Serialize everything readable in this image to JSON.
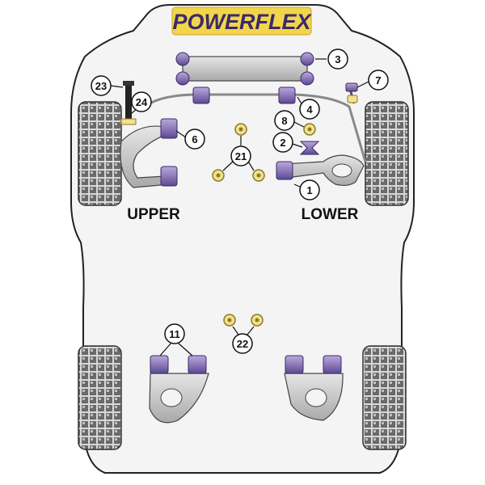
{
  "logo": {
    "text": "POWERFLEX"
  },
  "labels": {
    "upper": "UPPER",
    "lower": "LOWER"
  },
  "callouts": [
    {
      "id": "c1",
      "text": "1"
    },
    {
      "id": "c2",
      "text": "2"
    },
    {
      "id": "c3",
      "text": "3"
    },
    {
      "id": "c4",
      "text": "4"
    },
    {
      "id": "c6",
      "text": "6"
    },
    {
      "id": "c7",
      "text": "7"
    },
    {
      "id": "c8",
      "text": "8"
    },
    {
      "id": "c11",
      "text": "11"
    },
    {
      "id": "c21",
      "text": "21"
    },
    {
      "id": "c22",
      "text": "22"
    },
    {
      "id": "c23",
      "text": "23"
    },
    {
      "id": "c24",
      "text": "24"
    }
  ],
  "colors": {
    "bushing_purple": "#8e7ab8",
    "bushing_dark": "#4a3a7a",
    "poly_yellow": "#f2e08a",
    "arm_grey": "#cfcfcf",
    "body_fill": "#f4f4f4",
    "logo_bg": "#f2d54a"
  }
}
